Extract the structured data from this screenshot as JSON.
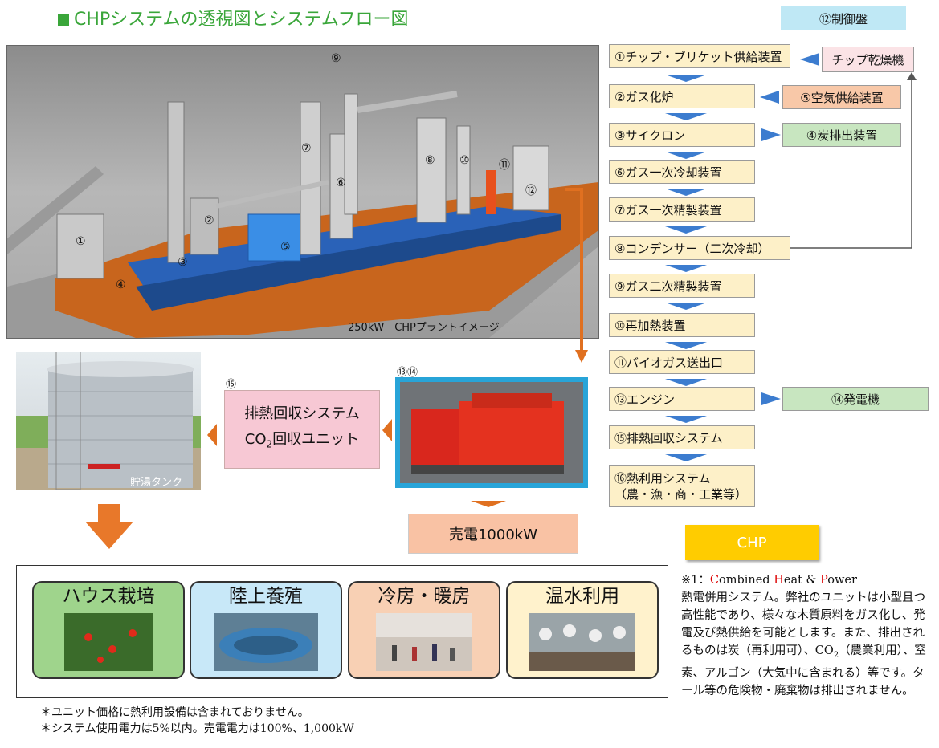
{
  "title": "CHPシステムの透視図とシステムフロー図",
  "control_panel": "⑫制御盤",
  "flow_steps": [
    "①チップ・ブリケット供給装置",
    "②ガス化炉",
    "③サイクロン",
    "⑥ガス一次冷却装置",
    "⑦ガス一次精製装置",
    "⑧コンデンサー（二次冷却）",
    "⑨ガス二次精製装置",
    "⑩再加熱装置",
    "⑪バイオガス送出口",
    "⑬エンジン",
    "⑮排熱回収システム",
    "⑯熱利用システム",
    "（農・漁・商・工業等）"
  ],
  "side_boxes": {
    "dryer": "チップ乾燥機",
    "air_supply": "⑤空気供給装置",
    "char_discharge": "④炭排出装置",
    "generator": "⑭発電機"
  },
  "plant": {
    "caption": "250kW　CHPプラントイメージ",
    "labels": [
      "①",
      "②",
      "③",
      "④",
      "⑤",
      "⑥",
      "⑦",
      "⑧",
      "⑨",
      "⑩",
      "⑪",
      "⑫"
    ]
  },
  "tank_caption": "貯湯タンク",
  "engine_label": "⑬⑭",
  "heat_recovery": {
    "num": "⑮",
    "line1": "排熱回収システム",
    "line2_a": "CO",
    "line2_sub": "2",
    "line2_b": "回収ユニット"
  },
  "sell_power": "売電1000kW",
  "chp_badge": "CHP",
  "note": {
    "prefix": "※1：",
    "c": "C",
    "ombined": "ombined ",
    "h": "H",
    "eat": "eat & ",
    "p": "P",
    "ower": "ower",
    "body_a": "熱電併用システム。弊社のユニットは小型且つ高性能であり、様々な木質原料をガス化し、発電及び熱供給を可能とします。また、排出されるものは炭（再利用可）、CO",
    "body_sub": "2",
    "body_b": "（農業利用）、窒素、アルゴン（大気中に含まれる）等です。タール等の危険物・廃棄物は排出されません。"
  },
  "uses": [
    "ハウス栽培",
    "陸上養殖",
    "冷房・暖房",
    "温水利用"
  ],
  "footnotes": [
    "＊ユニット価格に熱利用設備は含まれておりません。",
    "＊システム使用電力は5%以内。売電電力は100%、1,000kW"
  ],
  "colors": {
    "title_green": "#3aa63a",
    "flow_fill": "#fdf0c8",
    "arrow_blue": "#3c7ccf",
    "arrow_orange": "#e07020",
    "dryer_fill": "#fbe3e6",
    "air_fill": "#f8c8a8",
    "green_fill": "#c8e6c0",
    "card_green": "#9fd48c",
    "card_blue": "#c8e8f8",
    "card_peach": "#f8d0b4",
    "card_cream": "#fff2cc",
    "chp_yellow": "#ffcc00"
  }
}
